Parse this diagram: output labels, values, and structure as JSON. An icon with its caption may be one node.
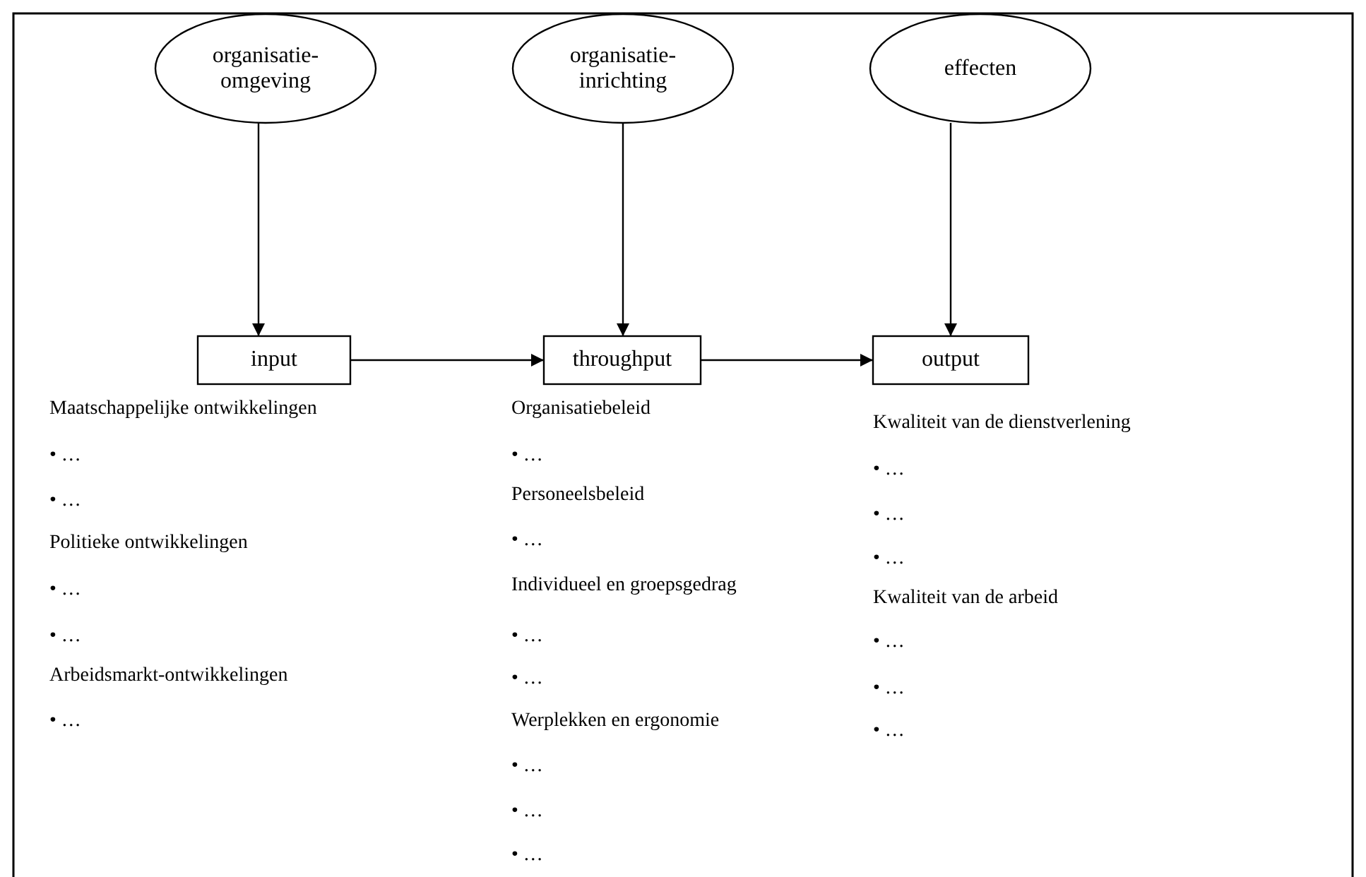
{
  "diagram": {
    "nodes": [
      {
        "text": [
          "organisatie-omgeving"
        ]
      },
      {
        "text": [
          "organisatie-inrichting"
        ]
      },
      {
        "text": [
          "effecten"
        ]
      },
      {
        "text": [
          "input"
        ]
      },
      {
        "text": [
          "throughput"
        ]
      },
      {
        "text": [
          "output"
        ]
      }
    ],
    "edges": [
      {
        "from": 0,
        "to": 3,
        "arrow": "to"
      },
      {
        "from": 1,
        "to": 4,
        "arrow": "to"
      },
      {
        "from": 2,
        "to": 5,
        "arrow": "to"
      },
      {
        "from": 3,
        "to": 4,
        "arrow": "to"
      },
      {
        "from": 4,
        "to": 5,
        "arrow": "to"
      }
    ],
    "labels": [
      "Maatschappelijke ontwikkelingen",
      "• …",
      "• …",
      "Politieke ontwikkelingen",
      "• …",
      "• …",
      "Arbeidsmarkt-ontwikkelingen",
      "• …",
      "Organisatiebeleid",
      "• …",
      "Personeelsbeleid",
      "• …",
      "Individueel en groepsgedrag",
      "• …",
      "• …",
      "Werplekken en ergonomie",
      "• …",
      "• …",
      "• …",
      "Kwaliteit van de dienstverlening",
      "• …",
      "• …",
      "• …",
      "Kwaliteit van de arbeid",
      "• …",
      "• …",
      "• …"
    ]
  }
}
